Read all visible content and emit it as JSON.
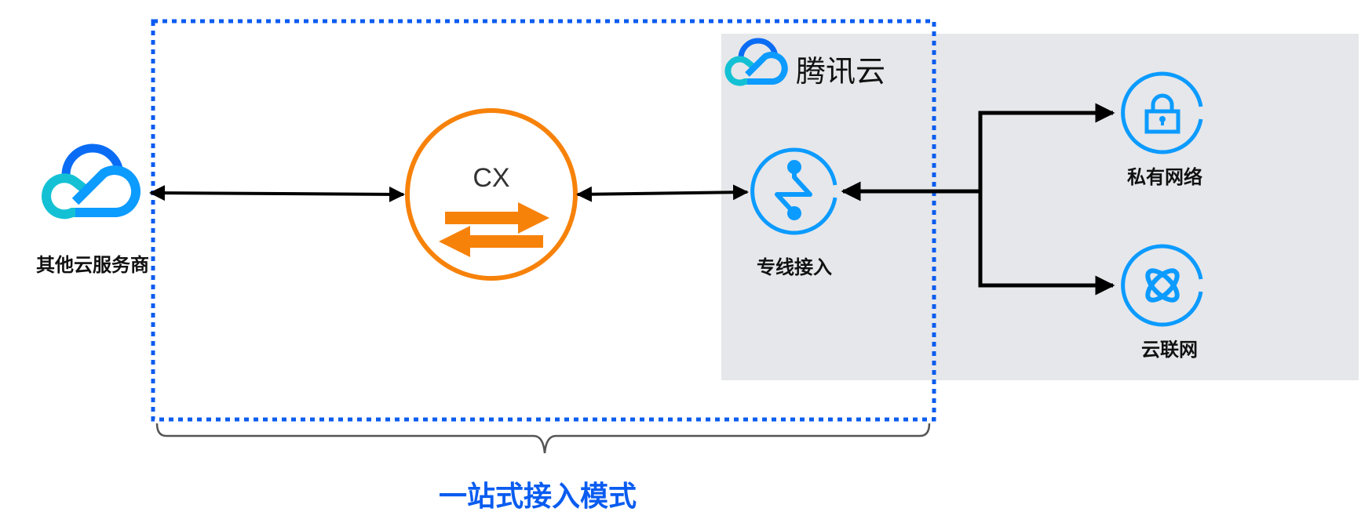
{
  "colors": {
    "dashed_border": "#0a5cf0",
    "panel_bg": "#e6e7ea",
    "cx_orange": "#f7820a",
    "icon_blue": "#0c9bff",
    "cloud_dark_blue": "#0a6cf5",
    "cloud_teal": "#14c1d4",
    "arrow": "#000000",
    "mode_label": "#0a5cf0"
  },
  "nodes": {
    "other_cloud": {
      "label": "其他云服务商",
      "icon": "cloud-logo-icon"
    },
    "cx": {
      "label": "CX",
      "icon": "bidirectional-arrows-icon"
    },
    "direct_connect": {
      "label": "专线接入",
      "icon": "direct-connect-icon"
    },
    "vpc": {
      "label": "私有网络",
      "icon": "lock-icon"
    },
    "ccn": {
      "label": "云联网",
      "icon": "orbit-icon"
    }
  },
  "tencent_cloud": {
    "brand": "腾讯云",
    "icon": "tencent-cloud-logo-icon"
  },
  "mode": {
    "label": "一站式接入模式"
  },
  "edges": [
    {
      "from": "other_cloud",
      "to": "cx",
      "type": "bidirectional"
    },
    {
      "from": "cx",
      "to": "direct_connect",
      "type": "bidirectional"
    },
    {
      "from": "direct_connect",
      "to": "vpc",
      "type": "bidirectional-branch"
    },
    {
      "from": "direct_connect",
      "to": "ccn",
      "type": "bidirectional-branch"
    }
  ]
}
